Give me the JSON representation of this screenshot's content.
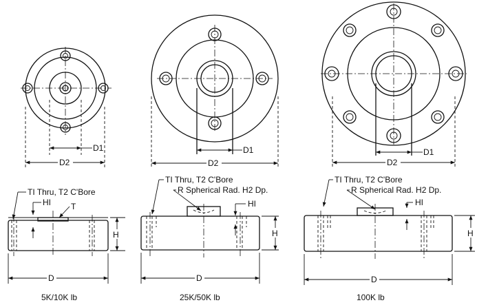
{
  "labels": {
    "d1": "D1",
    "d2": "D2",
    "d": "D",
    "h": "H",
    "hi": "HI",
    "t": "T",
    "thru_cbore": "TI Thru, T2 C'Bore",
    "spherical": "R Spherical Rad. H2 Dp."
  },
  "captions": {
    "small": "5K/10K lb",
    "medium": "25K/50K lb",
    "large": "100K lb"
  }
}
